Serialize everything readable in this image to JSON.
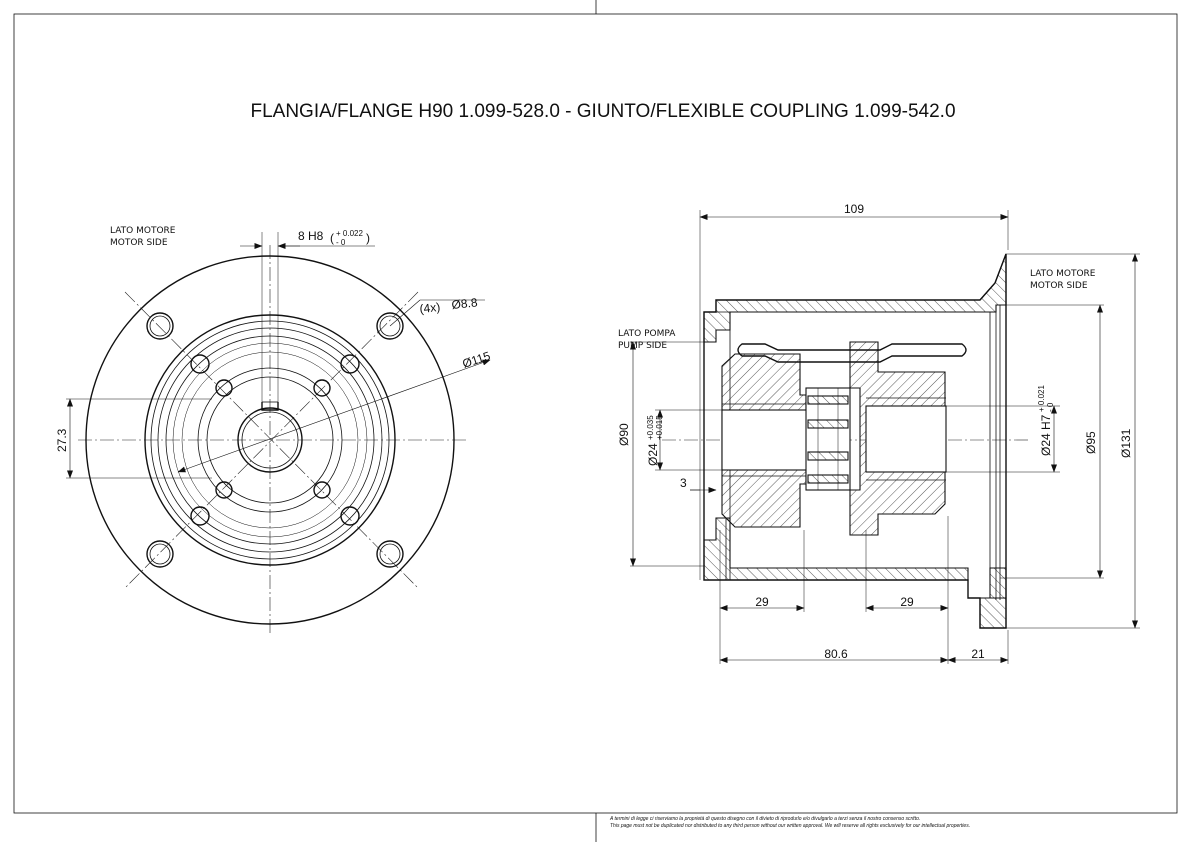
{
  "title": "FLANGIA/FLANGE H90 1.099-528.0 - GIUNTO/FLEXIBLE COUPLING 1.099-542.0",
  "front_view": {
    "motor_side_it": "LATO MOTORE",
    "motor_side_en": "MOTOR SIDE",
    "keyway": {
      "label": "8 H8",
      "tol_upper": "+ 0.022",
      "tol_lower": "- 0"
    },
    "holes": {
      "count_label": "(4x)",
      "dia_label": "Ø8.8"
    },
    "pcd_label": "Ø115",
    "offset_label": "27.3"
  },
  "side_view": {
    "overall_length": "109",
    "motor_side_it": "LATO MOTORE",
    "motor_side_en": "MOTOR SIDE",
    "pump_side_it": "LATO POMPA",
    "pump_side_en": "PUMP SIDE",
    "pilot_dia": "Ø90",
    "pump_bore": {
      "label": "Ø24",
      "tol_upper": "+0.035",
      "tol_lower": "+0.015"
    },
    "flange_step": "3",
    "motor_bore": {
      "label": "Ø24 H7",
      "tol_upper": "+ 0.021",
      "tol_lower": "- 0"
    },
    "spigot_dia": "Ø95",
    "outer_dia": "Ø131",
    "hub_left": "29",
    "hub_right": "29",
    "coupling_length": "80.6",
    "flange_thickness": "21"
  },
  "footer": {
    "line1": "A termini di legge ci riserviamo la proprietà di questo disegno con il divieto di riprodurlo e/o divulgarlo a terzi senza il nostro consenso scritto.",
    "line2": "This page must not be duplicated nor distributed to any third person without our written approval. We will reserve all rights exclusively for our intellectual properties."
  }
}
